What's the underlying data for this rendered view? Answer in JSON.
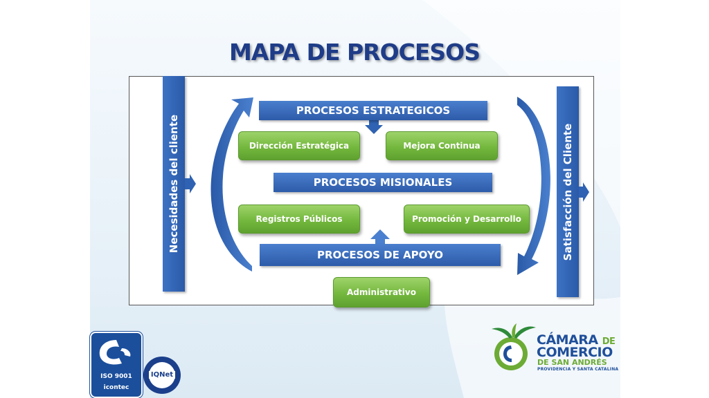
{
  "title": "MAPA DE PROCESOS",
  "left_bar": "Necesidades del cliente",
  "right_bar": "Satisfacción del  Cliente",
  "strategic": {
    "header": "PROCESOS ESTRATEGICOS",
    "items": [
      "Dirección Estratégica",
      "Mejora Continua"
    ]
  },
  "missional": {
    "header": "PROCESOS MISIONALES",
    "items": [
      "Registros Públicos",
      "Promoción y Desarrollo"
    ]
  },
  "support": {
    "header": "PROCESOS DE APOYO",
    "items": [
      "Administrativo"
    ]
  },
  "logos": {
    "iso": "ISO 9001",
    "icontec": "icontec",
    "iqnet": "IQNet",
    "camara_line1": "CÁMARA",
    "camara_de": "DE",
    "camara_line2": "COMERCIO",
    "camara_line3": "DE SAN ANDRÉS",
    "camara_line4": "PROVIDENCIA Y SANTA CATALINA"
  },
  "colors": {
    "title": "#1f3c88",
    "blue_bar": "#2d5ba9",
    "green_box": "#74b83e"
  }
}
